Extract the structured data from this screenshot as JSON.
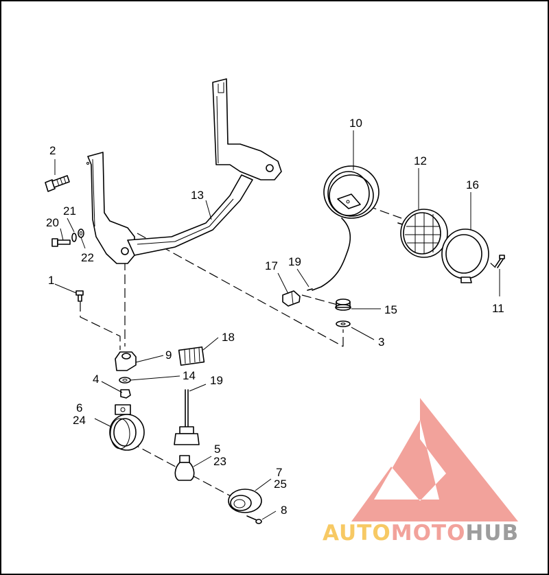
{
  "diagram": {
    "callouts": [
      {
        "id": "c1",
        "label": "1"
      },
      {
        "id": "c2",
        "label": "2"
      },
      {
        "id": "c3",
        "label": "3"
      },
      {
        "id": "c4",
        "label": "4"
      },
      {
        "id": "c5",
        "label": "5"
      },
      {
        "id": "c23",
        "label": "23"
      },
      {
        "id": "c6",
        "label": "6"
      },
      {
        "id": "c24",
        "label": "24"
      },
      {
        "id": "c7",
        "label": "7"
      },
      {
        "id": "c25",
        "label": "25"
      },
      {
        "id": "c8",
        "label": "8"
      },
      {
        "id": "c9",
        "label": "9"
      },
      {
        "id": "c10",
        "label": "10"
      },
      {
        "id": "c11",
        "label": "11"
      },
      {
        "id": "c12",
        "label": "12"
      },
      {
        "id": "c13",
        "label": "13"
      },
      {
        "id": "c14",
        "label": "14"
      },
      {
        "id": "c15",
        "label": "15"
      },
      {
        "id": "c16",
        "label": "16"
      },
      {
        "id": "c17",
        "label": "17"
      },
      {
        "id": "c18",
        "label": "18"
      },
      {
        "id": "c19a",
        "label": "19"
      },
      {
        "id": "c19b",
        "label": "19"
      },
      {
        "id": "c20",
        "label": "20"
      },
      {
        "id": "c21",
        "label": "21"
      },
      {
        "id": "c22",
        "label": "22"
      }
    ]
  },
  "watermark": {
    "text_auto": "AUTO",
    "text_moto": "MOTO",
    "text_hub": "HUB",
    "color_auto": "#f6c04a",
    "color_moto": "#f0928a",
    "color_hub": "#8c8c8c",
    "logo_color": "#f0928a"
  }
}
